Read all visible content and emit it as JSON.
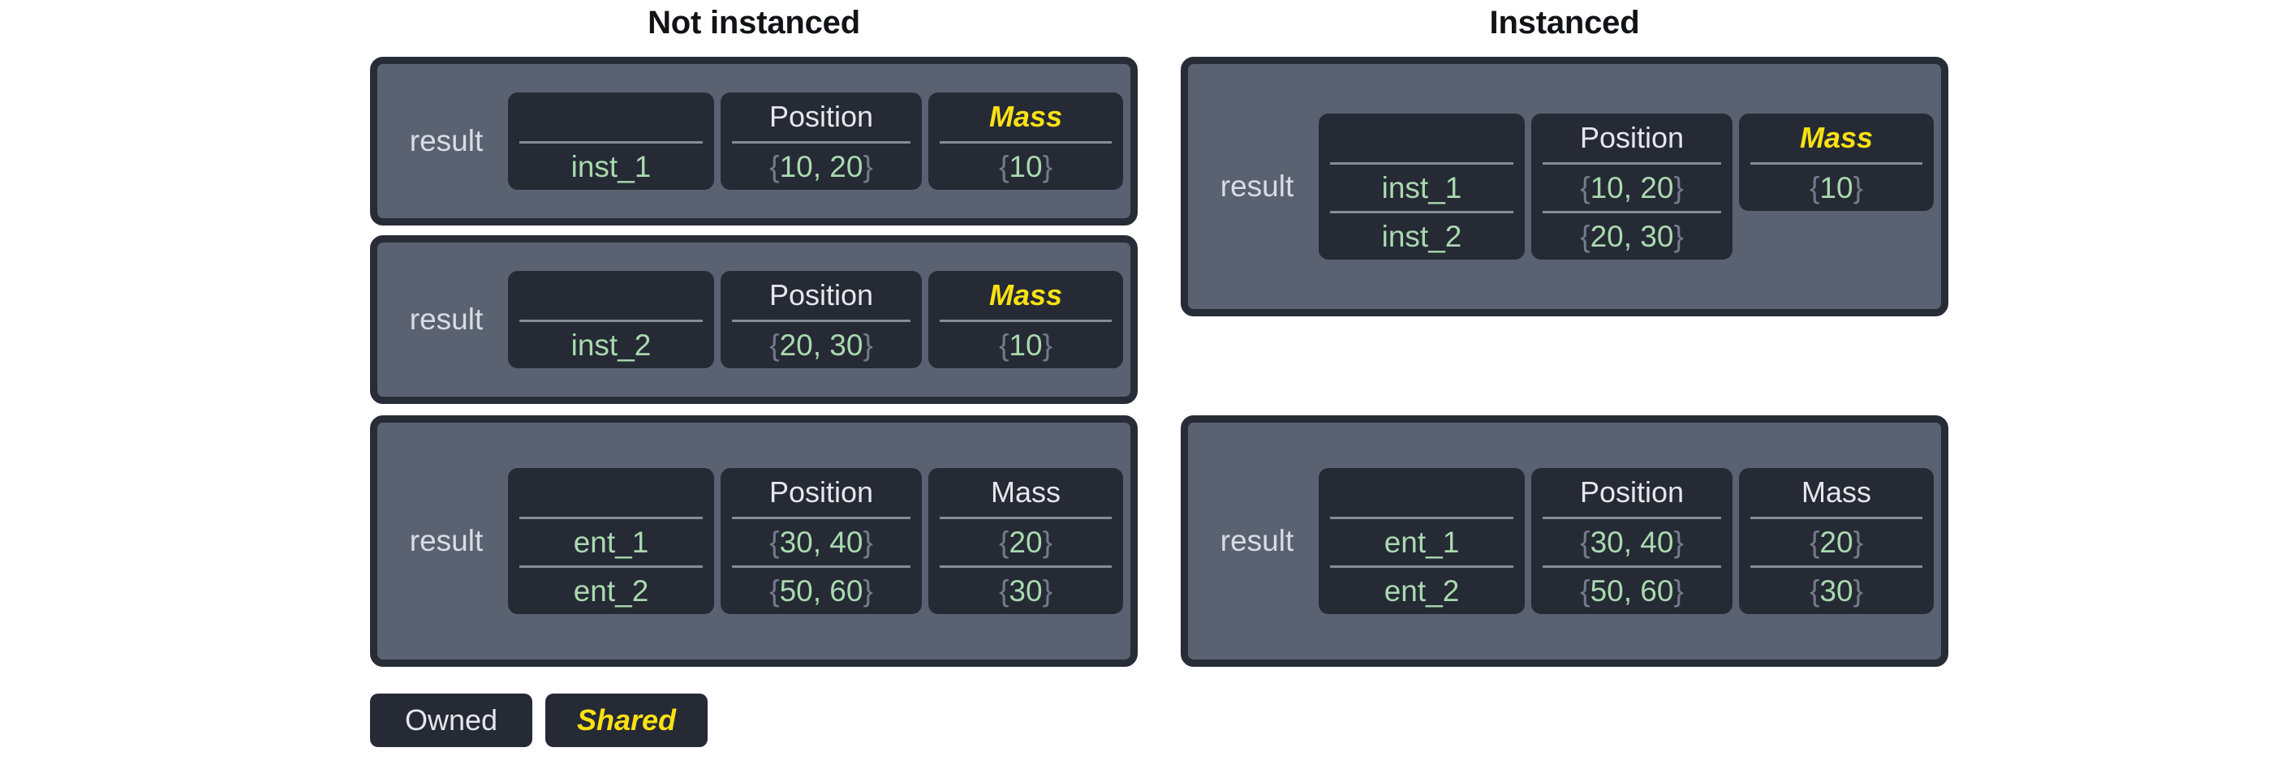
{
  "headings": {
    "left": "Not instanced",
    "right": "Instanced"
  },
  "owner_label": "result",
  "columns": {
    "name": "",
    "position": "Position",
    "mass": "Mass"
  },
  "legend": {
    "owned": "Owned",
    "shared": "Shared"
  },
  "colors": {
    "page_background": "#ffffff",
    "table_border": "#272c36",
    "table_fill": "#5a6272",
    "card_fill": "#252a35",
    "rule": "#858c99",
    "owned_text": "#e4e7ec",
    "shared_text": "#fbe113",
    "value_text": "#a9d9ae",
    "brace_text": "#737b8a",
    "heading_text": "#111317"
  },
  "tables": {
    "not_instanced": [
      {
        "id": "ni-inst-1",
        "owner": "result",
        "mass_shared": true,
        "headers": {
          "name": "",
          "position": "Position",
          "mass": "Mass"
        },
        "rows": [
          {
            "name": "inst_1",
            "position": "{10, 20}",
            "position_value": "10, 20",
            "mass": "{10}",
            "mass_value": "10"
          }
        ]
      },
      {
        "id": "ni-inst-2",
        "owner": "result",
        "mass_shared": true,
        "headers": {
          "name": "",
          "position": "Position",
          "mass": "Mass"
        },
        "rows": [
          {
            "name": "inst_2",
            "position": "{20, 30}",
            "position_value": "20, 30",
            "mass": "{10}",
            "mass_value": "10"
          }
        ]
      },
      {
        "id": "ni-ent",
        "owner": "result",
        "mass_shared": false,
        "headers": {
          "name": "",
          "position": "Position",
          "mass": "Mass"
        },
        "rows": [
          {
            "name": "ent_1",
            "position": "{30, 40}",
            "position_value": "30, 40",
            "mass": "{20}",
            "mass_value": "20"
          },
          {
            "name": "ent_2",
            "position": "{50, 60}",
            "position_value": "50, 60",
            "mass": "{30}",
            "mass_value": "30"
          }
        ]
      }
    ],
    "instanced": [
      {
        "id": "in-inst",
        "owner": "result",
        "mass_shared": true,
        "headers": {
          "name": "",
          "position": "Position",
          "mass": "Mass"
        },
        "rows": [
          {
            "name": "inst_1",
            "position": "{10, 20}",
            "position_value": "10, 20",
            "mass": "{10}",
            "mass_value": "10"
          },
          {
            "name": "inst_2",
            "position": "{20, 30}",
            "position_value": "20, 30",
            "mass": "",
            "mass_value": ""
          }
        ]
      },
      {
        "id": "in-ent",
        "owner": "result",
        "mass_shared": false,
        "headers": {
          "name": "",
          "position": "Position",
          "mass": "Mass"
        },
        "rows": [
          {
            "name": "ent_1",
            "position": "{30, 40}",
            "position_value": "30, 40",
            "mass": "{20}",
            "mass_value": "20"
          },
          {
            "name": "ent_2",
            "position": "{50, 60}",
            "position_value": "50, 60",
            "mass": "{30}",
            "mass_value": "30"
          }
        ]
      }
    ]
  }
}
